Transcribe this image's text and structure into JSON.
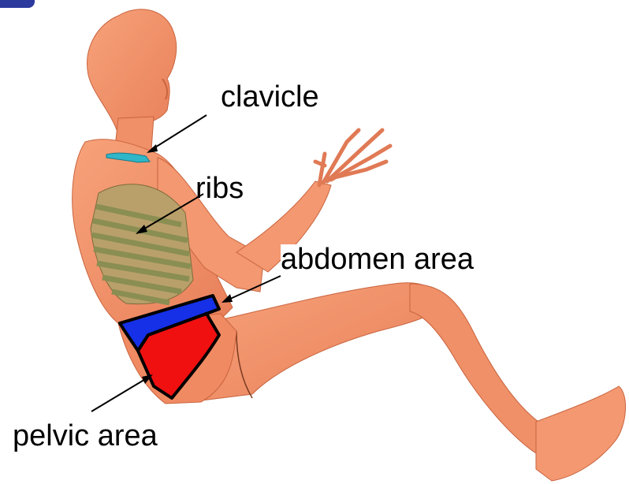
{
  "labels": {
    "clavicle": "clavicle",
    "ribs": "ribs",
    "abdomen": "abdomen area",
    "pelvic": "pelvic area"
  },
  "colors": {
    "skin": "#f2906a",
    "skin_shade": "#d9714c",
    "clavicle": "#2fb6c8",
    "ribs": "#9a9a58",
    "abdomen": "#1530e6",
    "pelvis": "#f01010",
    "pointer": "#000000"
  }
}
